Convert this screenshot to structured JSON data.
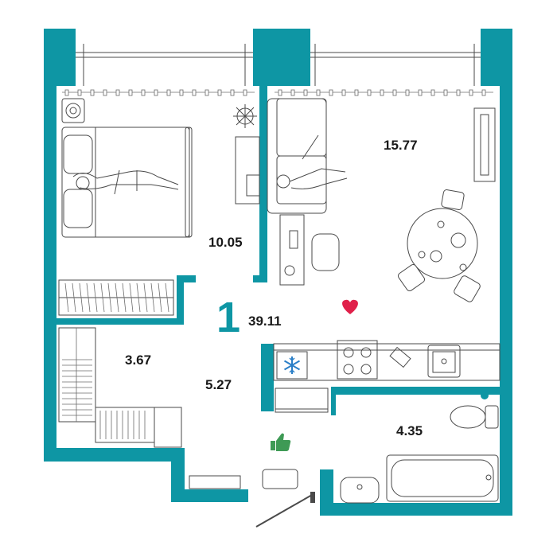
{
  "plan": {
    "room_count": "1",
    "total_area": "39.11",
    "rooms": {
      "bedroom": "10.05",
      "living_kitchen": "15.77",
      "wardrobe": "3.67",
      "hallway": "5.27",
      "bathroom": "4.35"
    }
  },
  "colors": {
    "wall": "#0e96a4",
    "heart": "#e0204a",
    "thumb": "#3e9a55",
    "snow": "#2b7fc7"
  },
  "icons": [
    "favorite-heart-icon",
    "thumbs-up-icon",
    "snowflake-icon"
  ]
}
